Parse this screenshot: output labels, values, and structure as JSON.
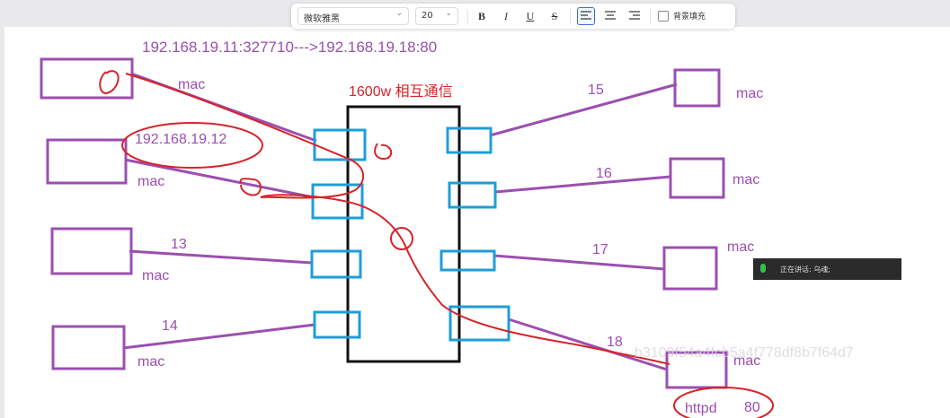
{
  "toolbar": {
    "font_family": "微软雅黑",
    "font_size": "20",
    "bold": "B",
    "italic": "I",
    "underline": "U",
    "strike": "S",
    "background_fill_label": "背景填充"
  },
  "whiteboard": {
    "ip_flow": "192.168.19.11:327710--->192.168.19.18:80",
    "switch_title": "1600w 相互通信",
    "ip_12": "192.168.19.12",
    "mac": "mac",
    "port_13": "13",
    "port_14": "14",
    "port_15": "15",
    "port_16": "16",
    "port_17": "17",
    "port_18": "18",
    "service": "httpd",
    "service_port": "80",
    "watermark": "b3109f54a4fcb5a4f778df8b7f64d7"
  },
  "notification": {
    "speaking": "正在讲话: 乌魂;"
  },
  "colors": {
    "purple": "#9b4fb0",
    "blue": "#1e9ed8",
    "red": "#d8232a",
    "black": "#111111"
  }
}
